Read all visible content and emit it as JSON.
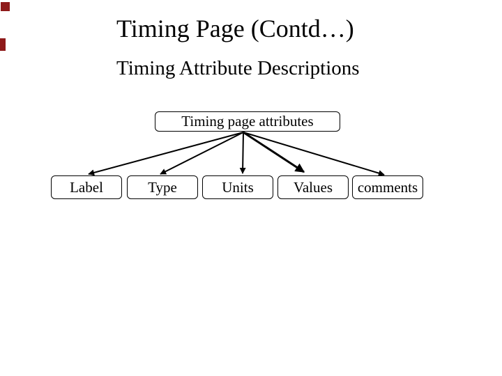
{
  "slide": {
    "title": "Timing Page (Contd…)",
    "subtitle": "Timing Attribute Descriptions"
  },
  "diagram": {
    "root_label": "Timing page attributes",
    "children": [
      "Label",
      "Type",
      "Units",
      "Values",
      "comments"
    ]
  },
  "colors": {
    "ink": "#000000",
    "background": "#ffffff",
    "edge_artifact": "#8e1a1a"
  }
}
